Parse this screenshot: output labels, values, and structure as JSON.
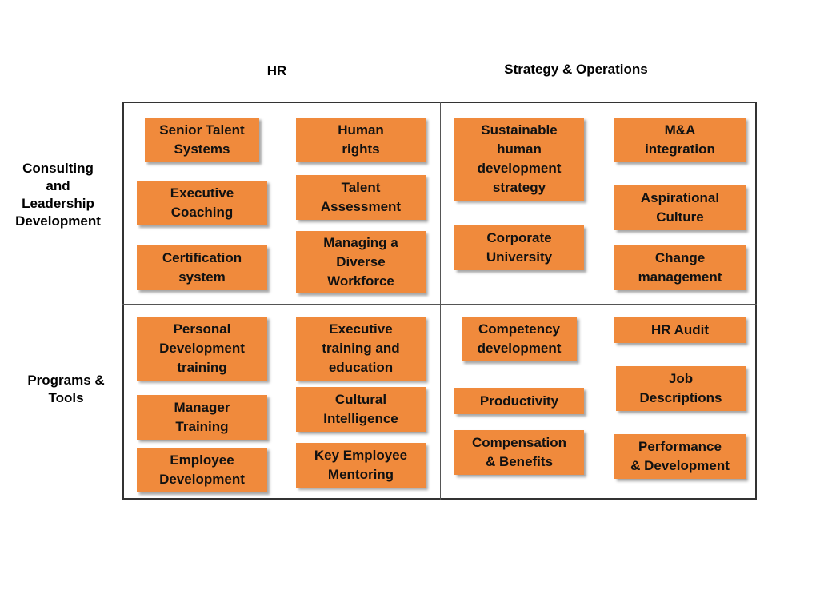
{
  "diagram": {
    "column_headers": {
      "hr": "HR",
      "strategy": "Strategy & Operations"
    },
    "row_headers": {
      "consulting": "Consulting\nand\nLeadership\nDevelopment",
      "programs": "Programs &\nTools"
    },
    "colors": {
      "box_fill": "#f08a3c",
      "border": "#333333"
    },
    "boxes": {
      "senior_talent_systems": "Senior Talent\nSystems",
      "human_rights": "Human\nrights",
      "executive_coaching": "Executive\nCoaching",
      "talent_assessment": "Talent\nAssessment",
      "certification_system": "Certification\nsystem",
      "managing_diverse_workforce": "Managing a\nDiverse\nWorkforce",
      "sustainable_hd_strategy": "Sustainable\nhuman\ndevelopment\nstrategy",
      "ma_integration": "M&A\nintegration",
      "aspirational_culture": "Aspirational\nCulture",
      "corporate_university": "Corporate\nUniversity",
      "change_management": "Change\nmanagement",
      "personal_development_training": "Personal\nDevelopment\ntraining",
      "executive_training_education": "Executive\ntraining and\neducation",
      "manager_training": "Manager\nTraining",
      "cultural_intelligence": "Cultural\nIntelligence",
      "employee_development": "Employee\nDevelopment",
      "key_employee_mentoring": "Key Employee\nMentoring",
      "competency_development": "Competency\ndevelopment",
      "hr_audit": "HR Audit",
      "job_descriptions": "Job\nDescriptions",
      "productivity": "Productivity",
      "compensation_benefits": "Compensation\n& Benefits",
      "performance_development": "Performance\n& Development"
    }
  }
}
